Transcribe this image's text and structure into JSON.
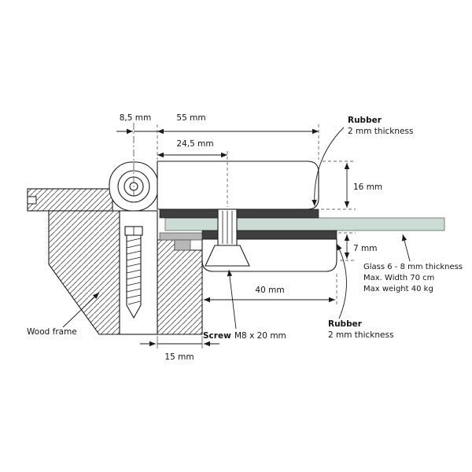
{
  "dimensions": {
    "d8_5": "8,5 mm",
    "d55": "55 mm",
    "d24_5": "24,5 mm",
    "d16": "16 mm",
    "d7": "7 mm",
    "d40": "40 mm",
    "d15": "15 mm"
  },
  "labels": {
    "wood_frame": "Wood frame",
    "screw_bold": "Screw",
    "screw_rest": "M8 x 20 mm",
    "rubber_top_title": "Rubber",
    "rubber_top_sub": "2 mm thickness",
    "rubber_bottom_title": "Rubber",
    "rubber_bottom_sub": "2 mm thickness",
    "glass_line1": "Glass 6 - 8 mm thickness",
    "glass_line2": "Max. Width 70 cm",
    "glass_line3": "Max weight 40 kg"
  },
  "colors": {
    "glass": "#cbdcd4",
    "rubber": "#3f3f3f",
    "packer": "#b8b8b8",
    "outline": "#1a1a1a"
  }
}
